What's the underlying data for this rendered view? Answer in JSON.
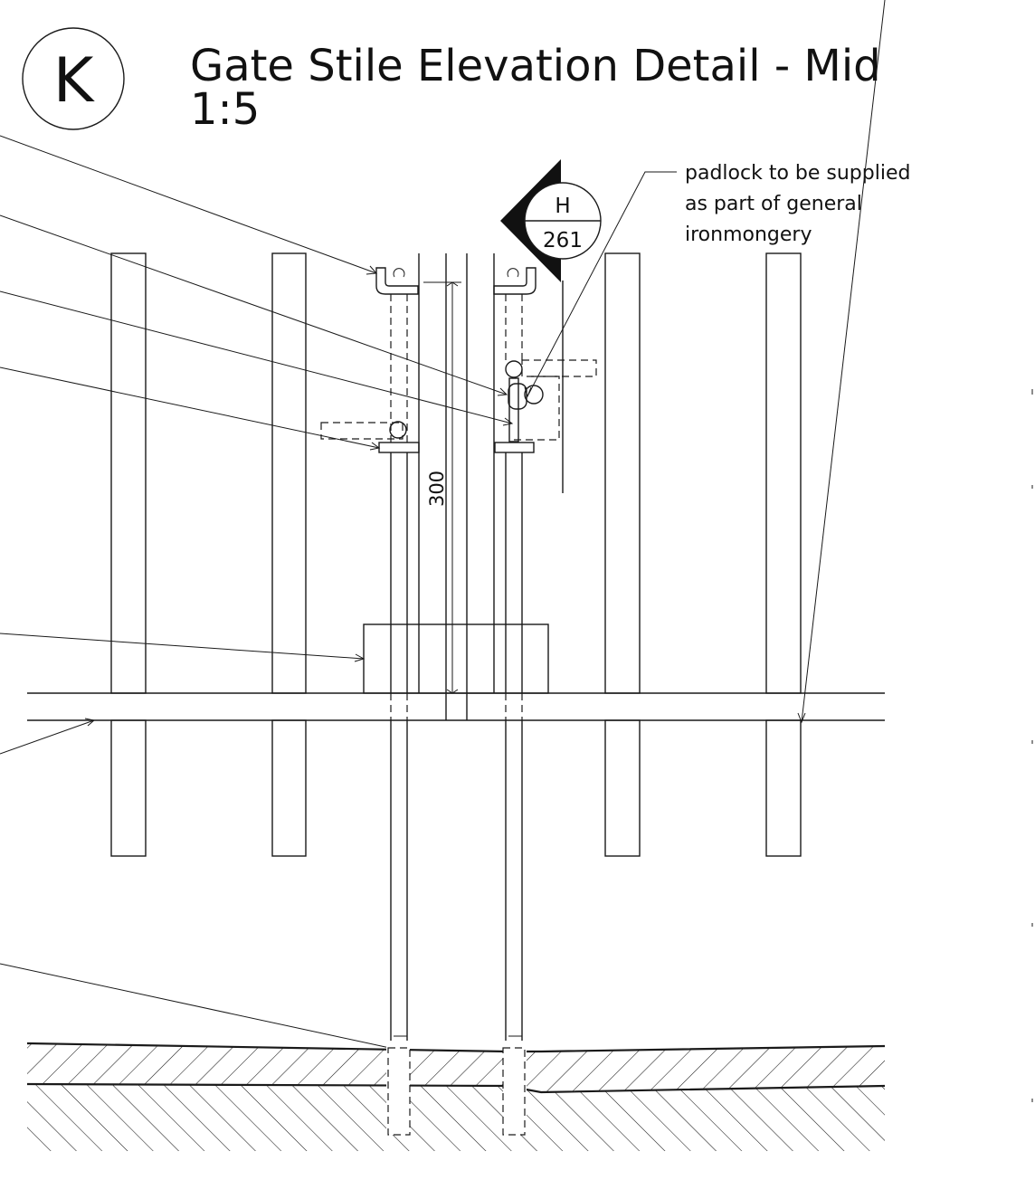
{
  "detail_ref": {
    "letter": "K"
  },
  "title": {
    "line1": "Gate Stile Elevation Detail - Mid",
    "line2": "1:5"
  },
  "section_tag": {
    "letter": "H",
    "sheet": "261"
  },
  "note": {
    "line1": "padlock to be supplied",
    "line2": "as part of general",
    "line3": "ironmongery"
  },
  "dimension": {
    "value": "300"
  }
}
